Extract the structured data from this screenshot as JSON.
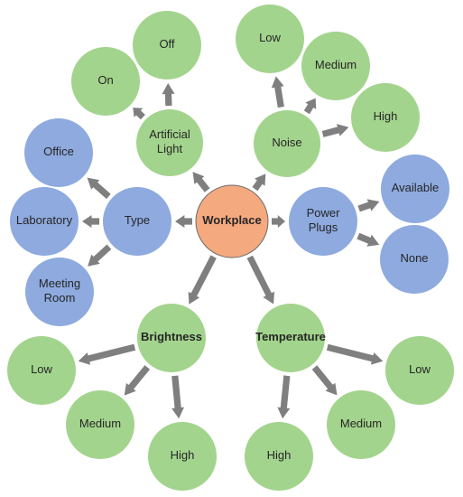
{
  "colors": {
    "center": "#F4A97F",
    "green": "#A3D48D",
    "blue": "#8EAADF",
    "arrow": "#7F7F7F",
    "text": "#262626"
  },
  "nodes": {
    "workplace": {
      "label": "Workplace",
      "color": "center"
    },
    "artificial_light": {
      "label": [
        "Artificial",
        "Light"
      ],
      "color": "green"
    },
    "light_on": {
      "label": "On",
      "color": "green"
    },
    "light_off": {
      "label": "Off",
      "color": "green"
    },
    "noise": {
      "label": "Noise",
      "color": "green"
    },
    "noise_low": {
      "label": "Low",
      "color": "green"
    },
    "noise_medium": {
      "label": "Medium",
      "color": "green"
    },
    "noise_high": {
      "label": "High",
      "color": "green"
    },
    "type": {
      "label": "Type",
      "color": "blue"
    },
    "type_office": {
      "label": "Office",
      "color": "blue"
    },
    "type_laboratory": {
      "label": "Laboratory",
      "color": "blue"
    },
    "type_meeting_room": {
      "label": [
        "Meeting",
        "Room"
      ],
      "color": "blue"
    },
    "power_plugs": {
      "label": [
        "Power",
        "Plugs"
      ],
      "color": "blue"
    },
    "plugs_available": {
      "label": "Available",
      "color": "blue"
    },
    "plugs_none": {
      "label": "None",
      "color": "blue"
    },
    "brightness": {
      "label": "Brightness",
      "color": "green"
    },
    "brightness_low": {
      "label": "Low",
      "color": "green"
    },
    "brightness_medium": {
      "label": "Medium",
      "color": "green"
    },
    "brightness_high": {
      "label": "High",
      "color": "green"
    },
    "temperature": {
      "label": "Temperature",
      "color": "green"
    },
    "temperature_low": {
      "label": "Low",
      "color": "green"
    },
    "temperature_medium": {
      "label": "Medium",
      "color": "green"
    },
    "temperature_high": {
      "label": "High",
      "color": "green"
    }
  },
  "edges": [
    [
      "workplace",
      "artificial_light"
    ],
    [
      "workplace",
      "noise"
    ],
    [
      "workplace",
      "type"
    ],
    [
      "workplace",
      "power_plugs"
    ],
    [
      "workplace",
      "brightness"
    ],
    [
      "workplace",
      "temperature"
    ],
    [
      "artificial_light",
      "light_on"
    ],
    [
      "artificial_light",
      "light_off"
    ],
    [
      "noise",
      "noise_low"
    ],
    [
      "noise",
      "noise_medium"
    ],
    [
      "noise",
      "noise_high"
    ],
    [
      "type",
      "type_office"
    ],
    [
      "type",
      "type_laboratory"
    ],
    [
      "type",
      "type_meeting_room"
    ],
    [
      "power_plugs",
      "plugs_available"
    ],
    [
      "power_plugs",
      "plugs_none"
    ],
    [
      "brightness",
      "brightness_low"
    ],
    [
      "brightness",
      "brightness_medium"
    ],
    [
      "brightness",
      "brightness_high"
    ],
    [
      "temperature",
      "temperature_low"
    ],
    [
      "temperature",
      "temperature_medium"
    ],
    [
      "temperature",
      "temperature_high"
    ]
  ]
}
